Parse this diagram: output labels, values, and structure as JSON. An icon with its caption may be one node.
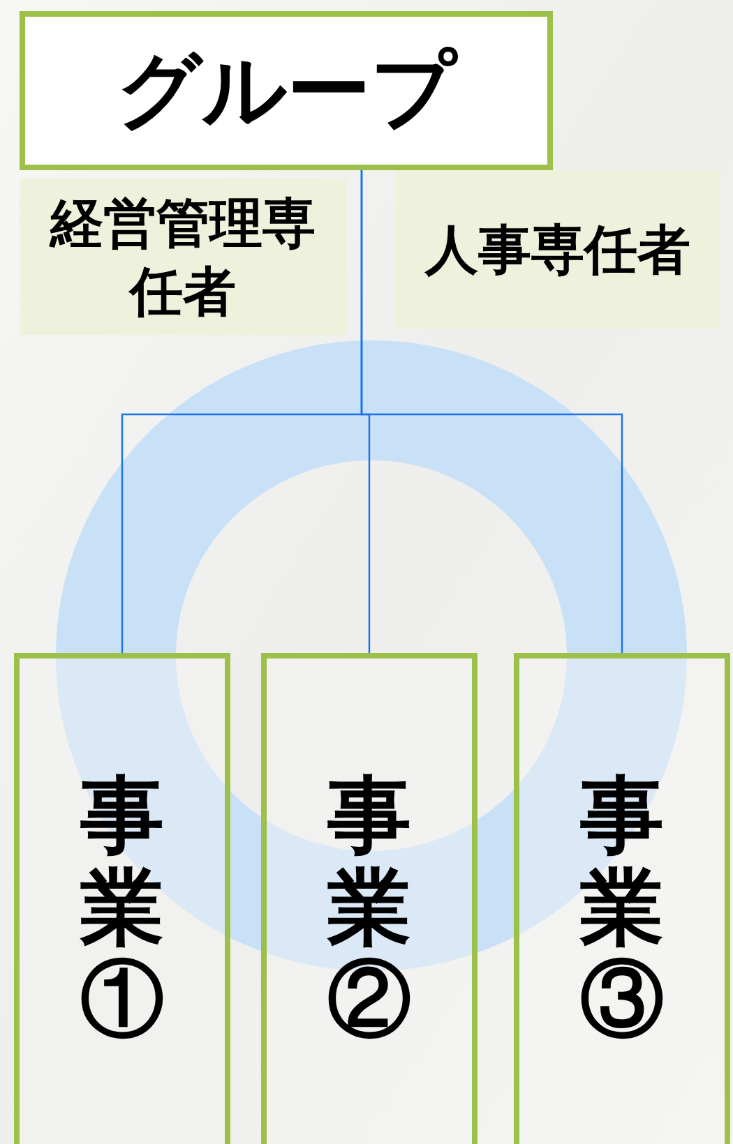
{
  "diagram": {
    "nodes": [
      {
        "text": [
          "グループ"
        ]
      },
      {
        "text": [
          "経営管理専任者"
        ]
      },
      {
        "text": [
          "人事専任者"
        ]
      },
      {
        "text": [
          "事業①"
        ]
      },
      {
        "text": [
          "事業②"
        ]
      },
      {
        "text": [
          "事業③"
        ]
      }
    ],
    "edges": [
      {
        "from": 0,
        "to": 3,
        "arrow": "none"
      },
      {
        "from": 0,
        "to": 4,
        "arrow": "none"
      },
      {
        "from": 0,
        "to": 5,
        "arrow": "none"
      }
    ]
  }
}
